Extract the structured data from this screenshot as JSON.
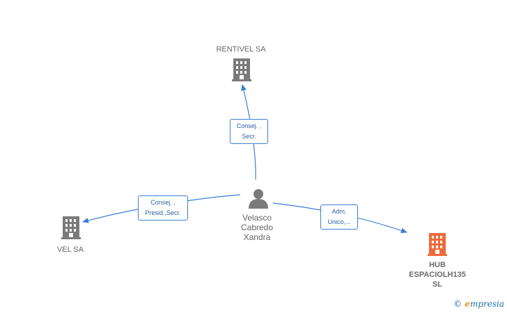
{
  "colors": {
    "edge": "#3a7fd5",
    "company_icon": "#7a7a7a",
    "target_icon": "#ef6a3a",
    "person_icon": "#7a7a7a"
  },
  "nodes": {
    "rentivel": {
      "label": "RENTIVEL SA",
      "icon": "building-icon"
    },
    "vel": {
      "label": "VEL SA",
      "icon": "building-icon"
    },
    "hub": {
      "label_lines": [
        "HUB",
        "ESPACIOLH135",
        "SL"
      ],
      "icon": "building-icon"
    },
    "person": {
      "label_lines": [
        "Velasco",
        "Cabredo",
        "Xandra"
      ],
      "icon": "person-icon"
    }
  },
  "edges": {
    "to_rentivel": {
      "label_lines": [
        "Consej. ,",
        "Secr."
      ]
    },
    "to_vel": {
      "label_lines": [
        "Consej. ,",
        "Presid.,Secr."
      ]
    },
    "to_hub": {
      "label_lines": [
        "Adm.",
        "Unico,..."
      ]
    }
  },
  "brand": {
    "copyright": "©",
    "initial": "e",
    "name": "mpresia"
  }
}
